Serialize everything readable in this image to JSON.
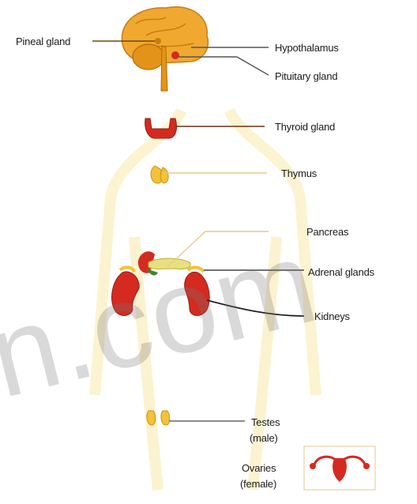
{
  "labels": {
    "pineal": "Pineal gland",
    "hypothalamus": "Hypothalamus",
    "pituitary": "Pituitary gland",
    "thyroid": "Thyroid gland",
    "thymus": "Thymus",
    "pancreas": "Pancreas",
    "adrenal": "Adrenal glands",
    "kidneys": "Kidneys",
    "testes_line1": "Testes",
    "testes_line2": "(male)",
    "ovaries_line1": "Ovaries",
    "ovaries_line2": "(female)"
  },
  "watermark": "n.com",
  "colors": {
    "brain": "#f0a830",
    "brain_dark": "#c97c10",
    "red_organ": "#d42a20",
    "thymus": "#f3c23a",
    "pancreas": "#e8e080",
    "leader_dark": "#333333",
    "leader_light": "#e9c98a",
    "body_outline": "#fbf1c8"
  }
}
